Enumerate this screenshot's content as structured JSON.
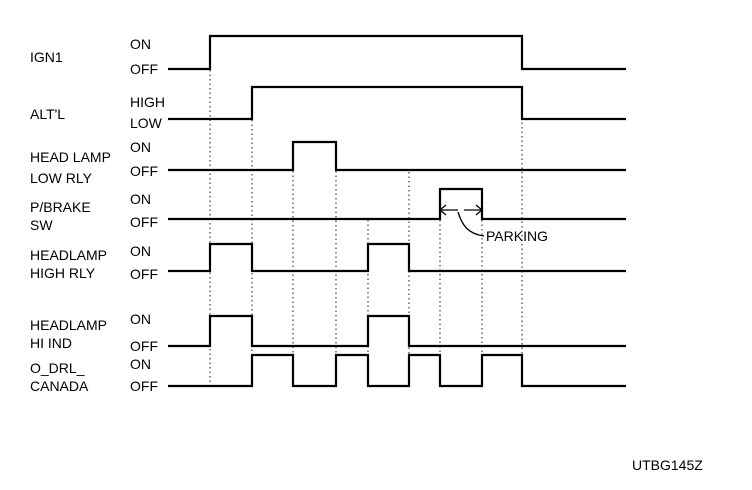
{
  "figure_code": "UTBG145Z",
  "parking_label": "PARKING",
  "signals": [
    {
      "id": "ign1",
      "label_lines": [
        "IGN1"
      ],
      "high_label": "ON",
      "low_label": "OFF",
      "transitions": [
        {
          "t": "t1",
          "level": "high"
        },
        {
          "t": "t9",
          "level": "low"
        }
      ]
    },
    {
      "id": "altl",
      "label_lines": [
        "ALT'L"
      ],
      "high_label": "HIGH",
      "low_label": "LOW",
      "transitions": [
        {
          "t": "t2",
          "level": "high"
        },
        {
          "t": "t9",
          "level": "low"
        }
      ]
    },
    {
      "id": "head-lamp-low-rly",
      "label_lines": [
        "HEAD LAMP",
        "LOW RLY"
      ],
      "high_label": "ON",
      "low_label": "OFF",
      "transitions": [
        {
          "t": "t3",
          "level": "high"
        },
        {
          "t": "t4",
          "level": "low"
        }
      ]
    },
    {
      "id": "p-brake-sw",
      "label_lines": [
        "P/BRAKE",
        "SW"
      ],
      "high_label": "ON",
      "low_label": "OFF",
      "transitions": [
        {
          "t": "t7",
          "level": "high"
        },
        {
          "t": "t8",
          "level": "low"
        }
      ]
    },
    {
      "id": "headlamp-high-rly",
      "label_lines": [
        "HEADLAMP",
        "HIGH RLY"
      ],
      "high_label": "ON",
      "low_label": "OFF",
      "transitions": [
        {
          "t": "t1",
          "level": "high"
        },
        {
          "t": "t2",
          "level": "low"
        },
        {
          "t": "t5",
          "level": "high"
        },
        {
          "t": "t6",
          "level": "low"
        }
      ]
    },
    {
      "id": "headlamp-hi-ind",
      "label_lines": [
        "HEADLAMP",
        "HI IND"
      ],
      "high_label": "ON",
      "low_label": "OFF",
      "transitions": [
        {
          "t": "t1",
          "level": "high"
        },
        {
          "t": "t2",
          "level": "low"
        },
        {
          "t": "t5",
          "level": "high"
        },
        {
          "t": "t6",
          "level": "low"
        }
      ]
    },
    {
      "id": "o-drl-canada",
      "label_lines": [
        "O_DRL_",
        "CANADA"
      ],
      "high_label": "ON",
      "low_label": "OFF",
      "transitions": [
        {
          "t": "t2",
          "level": "high"
        },
        {
          "t": "t3",
          "level": "low"
        },
        {
          "t": "t4",
          "level": "high"
        },
        {
          "t": "t5",
          "level": "low"
        },
        {
          "t": "t6",
          "level": "high"
        },
        {
          "t": "t7",
          "level": "low"
        },
        {
          "t": "t8",
          "level": "high"
        },
        {
          "t": "t9",
          "level": "low"
        }
      ]
    }
  ]
}
